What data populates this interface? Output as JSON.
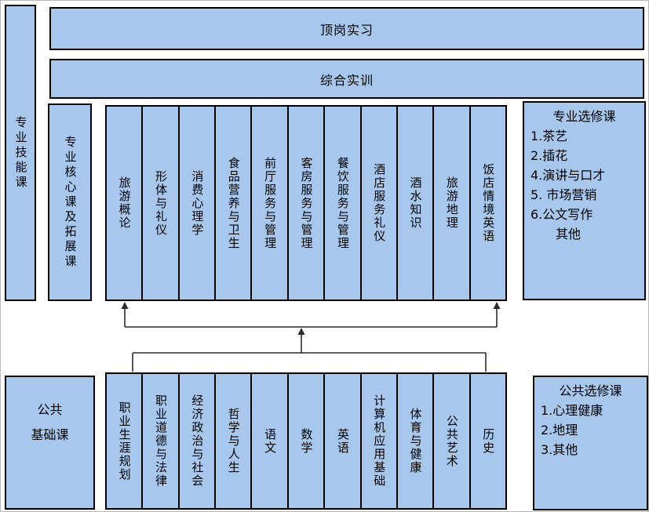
{
  "colors": {
    "box_fill": "#a7c7ec",
    "box_border": "#000000",
    "arrow": "#2b2b2b"
  },
  "top_bars": {
    "internship": "顶岗实习",
    "training": "综合实训"
  },
  "left_bars": {
    "skills": "专业技能课",
    "core": "专业核心课及拓展课"
  },
  "core_courses": [
    "旅游概论",
    "形体与礼仪",
    "消费心理学",
    "食品营养与卫生",
    "前厅服务与管理",
    "客房服务与管理",
    "餐饮服务与管理",
    "酒店服务礼仪",
    "酒水知识",
    "旅游地理",
    "饭店情境英语"
  ],
  "professional_electives": {
    "title": "专业选修课",
    "items": [
      "1.茶艺",
      "2.插花",
      "4.演讲与口才",
      "5. 市场营销",
      "6.公文写作",
      "　　其他"
    ]
  },
  "public_basic": {
    "line1": "公共",
    "line2": "基础课"
  },
  "basic_courses": [
    "职业生涯规划",
    "职业道德与法律",
    "经济政治与社会",
    "哲学与人生",
    "语文",
    "数学",
    "英语",
    "计算机应用基础",
    "体育与健康",
    "公共艺术",
    "历史"
  ],
  "public_electives": {
    "title": "公共选修课",
    "items": [
      "1.心理健康",
      "2.地理",
      "3.其他"
    ]
  }
}
